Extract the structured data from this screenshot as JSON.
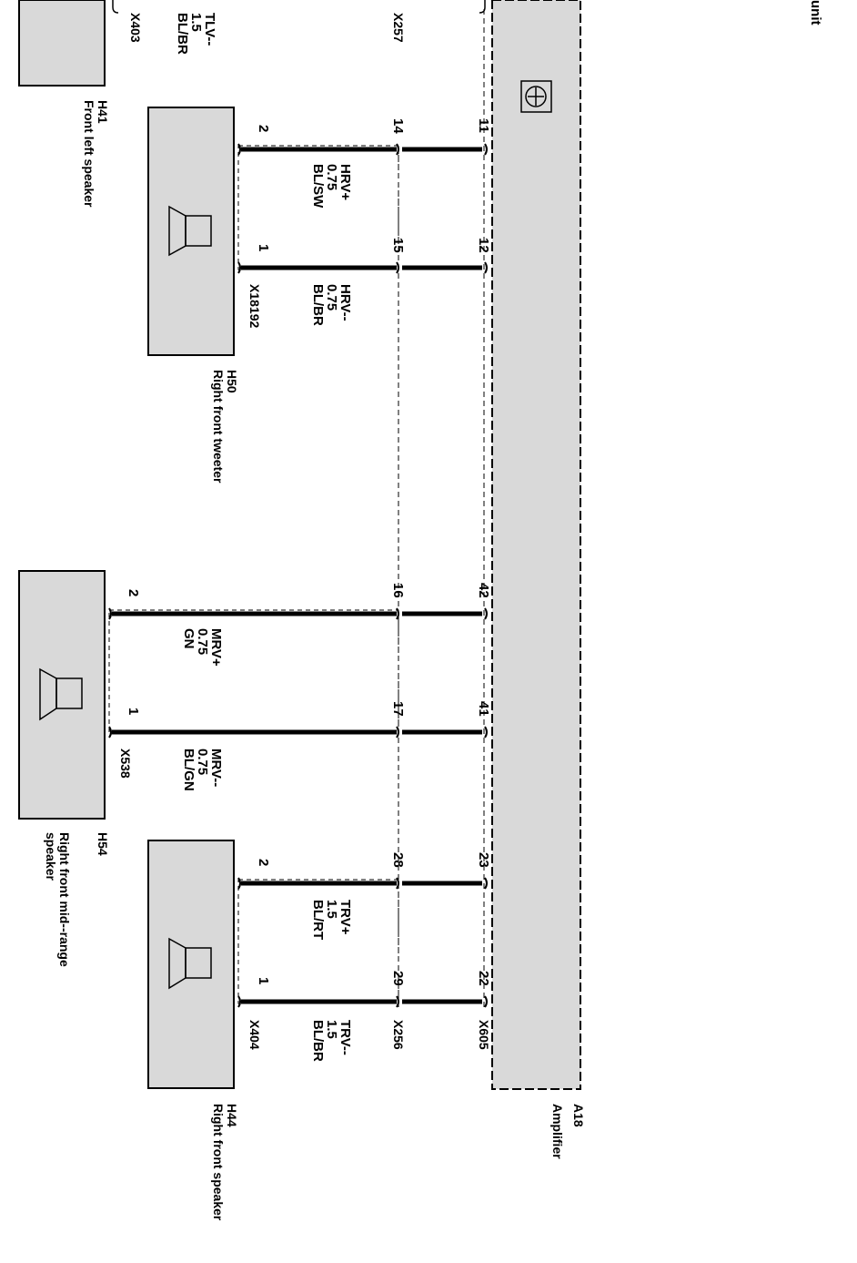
{
  "diagram": {
    "amplifier": {
      "id": "A18",
      "name": "Amplifier"
    },
    "unit_fragment": "unit",
    "connectors": {
      "amp": "X605",
      "mid": "X256",
      "mid_top": "X257",
      "h50": "X18192",
      "h54": "X538",
      "h44": "X404",
      "h41": "X403"
    },
    "components": {
      "h41": {
        "id": "H41",
        "name": "Front left speaker"
      },
      "h50": {
        "id": "H50",
        "name": "Right front tweeter"
      },
      "h54": {
        "id": "H54",
        "name_line1": "Right front mid--range",
        "name_line2": "speaker"
      },
      "h44": {
        "id": "H44",
        "name": "Right front speaker"
      }
    },
    "top_wire": {
      "signal": "TLV--",
      "gauge": "1.5",
      "color": "BL/BR"
    },
    "wires": {
      "w1": {
        "amp_pin": "11",
        "mid_pin": "14",
        "comp_pin": "2",
        "signal": "HRV+",
        "gauge": "0.75",
        "color": "BL/SW"
      },
      "w2": {
        "amp_pin": "12",
        "mid_pin": "15",
        "comp_pin": "1",
        "signal": "HRV--",
        "gauge": "0.75",
        "color": "BL/BR"
      },
      "w3": {
        "amp_pin": "42",
        "mid_pin": "16",
        "comp_pin": "2",
        "signal": "MRV+",
        "gauge": "0.75",
        "color": "GN"
      },
      "w4": {
        "amp_pin": "41",
        "mid_pin": "17",
        "comp_pin": "1",
        "signal": "MRV--",
        "gauge": "0.75",
        "color": "BL/GN"
      },
      "w5": {
        "amp_pin": "23",
        "mid_pin": "28",
        "comp_pin": "2",
        "signal": "TRV+",
        "gauge": "1.5",
        "color": "BL/RT"
      },
      "w6": {
        "amp_pin": "22",
        "mid_pin": "29",
        "comp_pin": "1",
        "signal": "TRV--",
        "gauge": "1.5",
        "color": "BL/BR"
      }
    }
  },
  "colors": {
    "component_fill": "#d9d9d9",
    "line": "#000000",
    "background": "#ffffff"
  }
}
